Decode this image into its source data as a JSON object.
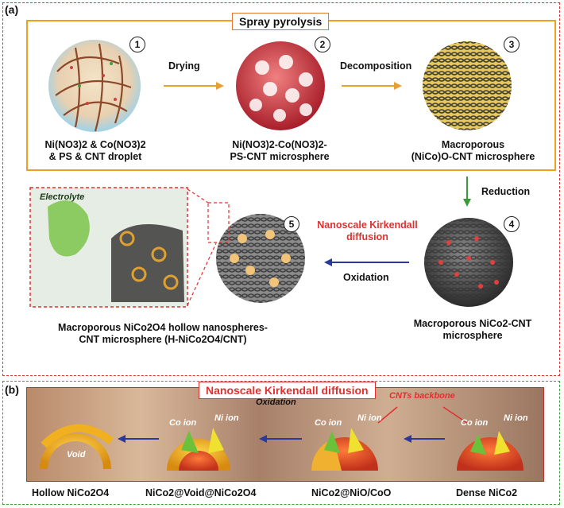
{
  "panel_a": {
    "label": "(a)",
    "process_title": "Spray pyrolysis",
    "steps": [
      {
        "num": "1",
        "caption": "Ni(NO3)2 & Co(NO3)2\n& PS & CNT droplet"
      },
      {
        "num": "2",
        "caption": "Ni(NO3)2-Co(NO3)2-\nPS-CNT microsphere"
      },
      {
        "num": "3",
        "caption": "Macroporous\n(NiCo)O-CNT microsphere"
      },
      {
        "num": "4",
        "caption": "Macroporous NiCo2-CNT\nmicrosphere"
      },
      {
        "num": "5",
        "caption": "Macroporous NiCo2O4 hollow nanospheres-\nCNT microsphere (H-NiCo2O4/CNT)"
      }
    ],
    "arrows": {
      "drying": "Drying",
      "decomposition": "Decomposition",
      "reduction": "Reduction",
      "oxidation": "Oxidation"
    },
    "kirkendall_note": "Nanoscale Kirkendall\ndiffusion",
    "electrolyte": "Electrolyte"
  },
  "panel_b": {
    "label": "(b)",
    "title": "Nanoscale Kirkendall diffusion",
    "oxidation": "Oxidation",
    "cnt_backbone": "CNTs backbone",
    "void": "Void",
    "co_ion": "Co ion",
    "ni_ion": "Ni ion",
    "stages": [
      "Hollow NiCo2O4",
      "NiCo2@Void@NiCo2O4",
      "NiCo2@NiO/CoO",
      "Dense NiCo2"
    ]
  },
  "colors": {
    "panel_a_border": "#e03030",
    "panel_b_border": "#3aa03a",
    "spray_box": "#f0a020",
    "arrow_orange": "#e8a030",
    "arrow_green": "#3a9a3a",
    "arrow_blue": "#2a3a9a",
    "kirkendall_red": "#e03030"
  }
}
